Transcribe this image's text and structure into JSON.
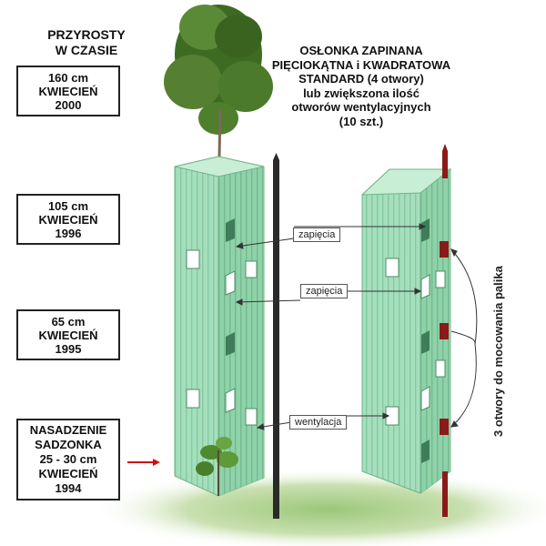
{
  "left_heading": [
    "PRZYROSTY",
    "W CZASIE"
  ],
  "title_lines": [
    "OSŁONKA ZAPINANA",
    "PIĘCIOKĄTNA i KWADRATOWA",
    "STANDARD (4 otwory)",
    "lub zwiększona ilość",
    "otworów wentylacyjnych",
    "(10 szt.)"
  ],
  "growth_stages": [
    {
      "height": "160 cm",
      "month": "KWIECIEŃ",
      "year": "2000"
    },
    {
      "height": "105 cm",
      "month": "KWIECIEŃ",
      "year": "1996"
    },
    {
      "height": "65 cm",
      "month": "KWIECIEŃ",
      "year": "1995"
    }
  ],
  "planting": {
    "title": "NASADZENIE",
    "line1": "SADZONKA",
    "line2": "25 - 30 cm",
    "line3": "KWIECIEŃ",
    "line4": "1994"
  },
  "callouts": {
    "clip_top": "zapięcia",
    "clip_mid": "zapięcia",
    "vent": "wentylacja"
  },
  "side_note": "3 otwory  do mocowania palika",
  "colors": {
    "shelter": "#9fdcb6",
    "shelter_stripe": "#7fc59c",
    "stake": "#2a2a2a",
    "stake_red": "#8b1a1a",
    "arrow_red": "#cc1111",
    "foliage": "#4a7a2a"
  }
}
